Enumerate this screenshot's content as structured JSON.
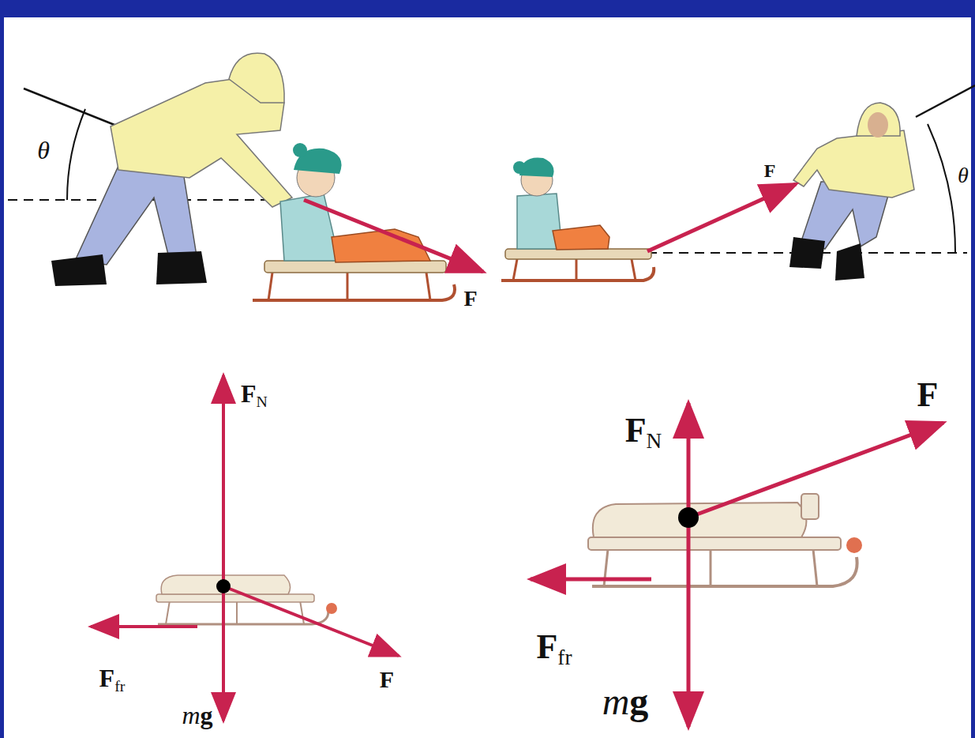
{
  "diagram": {
    "labels": [
      "θ",
      "F",
      "F",
      "θ",
      "FN",
      "Ffr",
      "F",
      "mg",
      "FN",
      "F",
      "Ffr",
      "mg"
    ]
  }
}
